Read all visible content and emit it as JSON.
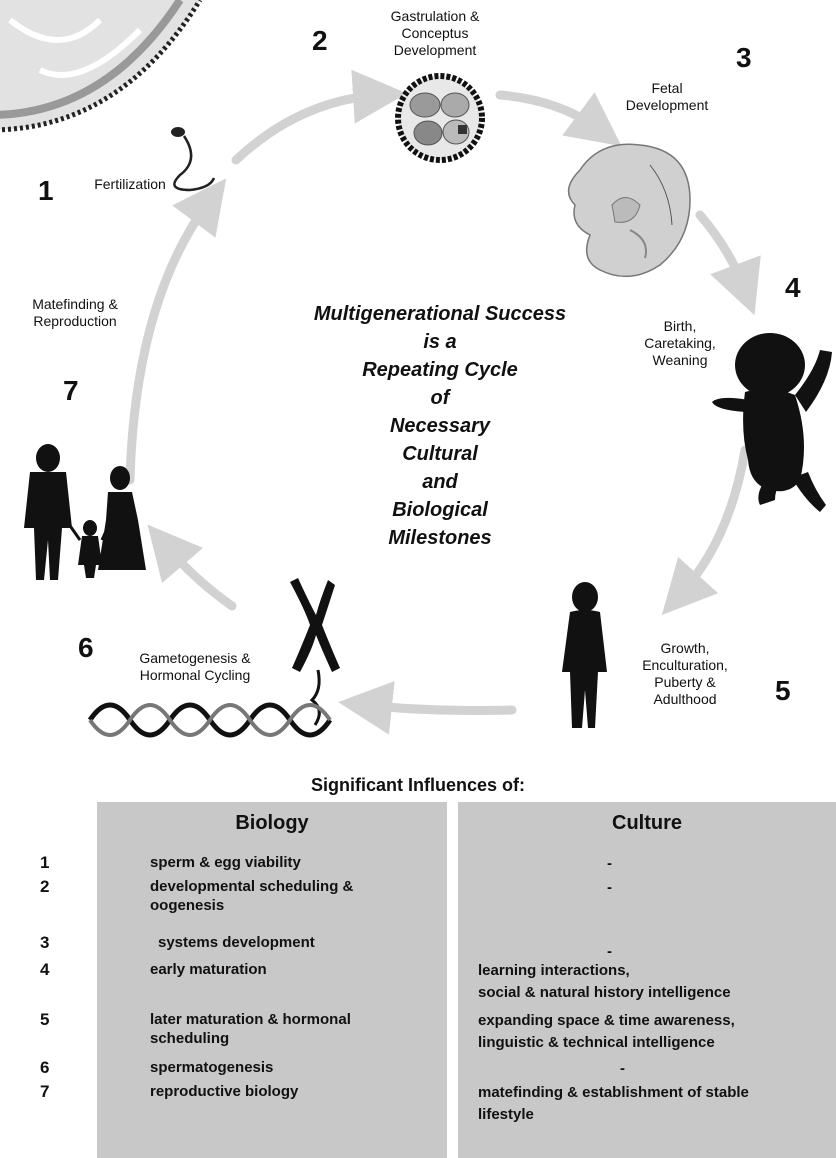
{
  "stages": [
    {
      "num": "1",
      "label": "Fertilization"
    },
    {
      "num": "2",
      "label": "Gastrulation &\nConceptus\nDevelopment"
    },
    {
      "num": "3",
      "label": "Fetal\nDevelopment"
    },
    {
      "num": "4",
      "label": "Birth,\nCaretaking,\nWeaning"
    },
    {
      "num": "5",
      "label": "Growth,\nEnculturation,\nPuberty &\nAdulthood"
    },
    {
      "num": "6",
      "label": "Gametogenesis &\nHormonal Cycling"
    },
    {
      "num": "7",
      "label": "Matefinding &\nReproduction"
    }
  ],
  "center_lines": [
    "Multigenerational Success",
    "is a",
    "Repeating Cycle",
    "of",
    "Necessary",
    "Cultural",
    "and",
    "Biological",
    "Milestones"
  ],
  "influences": {
    "title": "Significant Influences of:",
    "biology_header": "Biology",
    "culture_header": "Culture",
    "rows": [
      {
        "num": "1",
        "biology": "sperm & egg viability",
        "culture": "-"
      },
      {
        "num": "2",
        "biology": "developmental scheduling &\noogenesis",
        "culture": "-"
      },
      {
        "num": "3",
        "biology": "systems development",
        "culture": "-"
      },
      {
        "num": "4",
        "biology": "early maturation",
        "culture": "learning interactions,\nsocial & natural history intelligence"
      },
      {
        "num": "5",
        "biology": "later maturation & hormonal\nscheduling",
        "culture": "expanding space & time awareness,\nlinguistic & technical intelligence"
      },
      {
        "num": "6",
        "biology": "spermatogenesis",
        "culture": "-"
      },
      {
        "num": "7",
        "biology": "reproductive biology",
        "culture": "matefinding & establishment of stable\nlifestyle"
      }
    ]
  },
  "colors": {
    "arrow": "#d2d2d2",
    "silhouette": "#111111",
    "table_bg": "#c8c8c8"
  },
  "icons": [
    "egg-sperm-icon",
    "conceptus-icon",
    "fetus-icon",
    "baby-silhouette-icon",
    "child-silhouette-icon",
    "chromosome-dna-icon",
    "family-silhouette-icon"
  ]
}
